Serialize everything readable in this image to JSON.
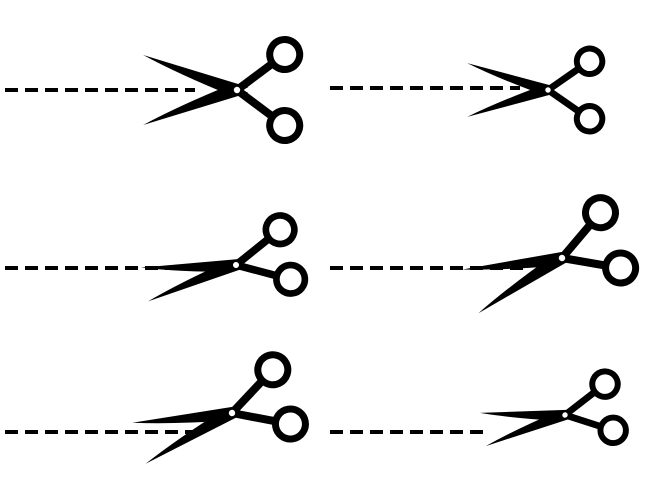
{
  "icons": [
    "scissors-icon",
    "scissors-icon",
    "scissors-icon",
    "scissors-icon",
    "scissors-icon",
    "scissors-icon"
  ],
  "cut_line": {
    "style": "dashed",
    "color": "#000000"
  },
  "colors": {
    "ink": "#000000",
    "background": "#ffffff"
  },
  "grid": {
    "rows": 3,
    "columns": 2
  }
}
